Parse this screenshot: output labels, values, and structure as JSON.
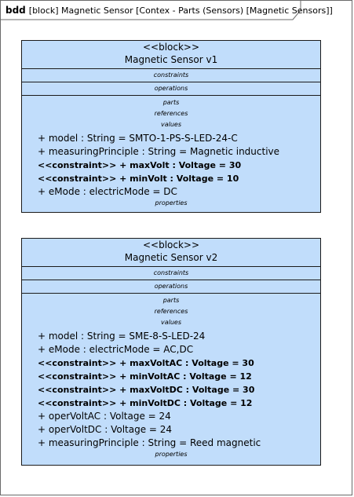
{
  "frame": {
    "kind": "bdd",
    "title": "[block] Magnetic Sensor [Contex - Parts (Sensors) [Magnetic Sensors]]"
  },
  "blocks": [
    {
      "stereotype": "<<block>>",
      "name": "Magnetic Sensor v1",
      "constraints_label": "constraints",
      "operations_label": "operations",
      "parts_label": "parts",
      "references_label": "references",
      "values_label": "values",
      "properties_label": "properties",
      "values": [
        {
          "text": "+ model  : String = SMTO-1-PS-S-LED-24-C",
          "bold": false
        },
        {
          "text": "+ measuringPrinciple  : String = Magnetic inductive",
          "bold": false
        },
        {
          "text": "<<constraint>> + maxVolt : Voltage = 30",
          "bold": true
        },
        {
          "text": "<<constraint>> + minVolt : Voltage = 10",
          "bold": true
        },
        {
          "text": "+ eMode  : electricMode = DC",
          "bold": false
        }
      ]
    },
    {
      "stereotype": "<<block>>",
      "name": "Magnetic Sensor v2",
      "constraints_label": "constraints",
      "operations_label": "operations",
      "parts_label": "parts",
      "references_label": "references",
      "values_label": "values",
      "properties_label": "properties",
      "values": [
        {
          "text": "+ model  : String = SME-8-S-LED-24",
          "bold": false
        },
        {
          "text": "+ eMode  : electricMode = AC,DC",
          "bold": false
        },
        {
          "text": "<<constraint>> + maxVoltAC : Voltage = 30",
          "bold": true
        },
        {
          "text": "<<constraint>> + minVoltAC : Voltage = 12",
          "bold": true
        },
        {
          "text": "<<constraint>> + maxVoltDC : Voltage = 30",
          "bold": true
        },
        {
          "text": "<<constraint>> + minVoltDC : Voltage = 12",
          "bold": true
        },
        {
          "text": "+ operVoltAC  : Voltage = 24",
          "bold": false
        },
        {
          "text": "+ operVoltDC  : Voltage = 24",
          "bold": false
        },
        {
          "text": "+ measuringPrinciple  : String = Reed magnetic",
          "bold": false
        }
      ]
    }
  ]
}
